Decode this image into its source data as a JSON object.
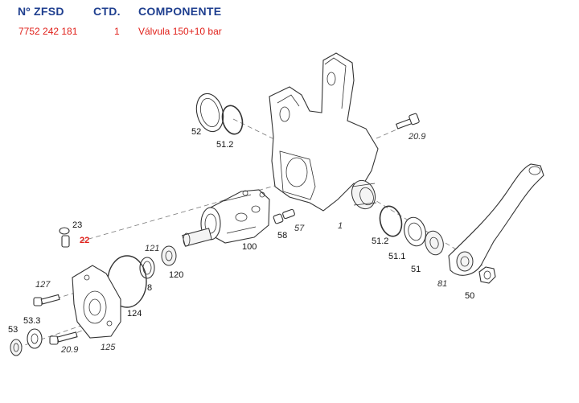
{
  "header": {
    "col_part_number": "Nº ZFSD",
    "col_qty": "CTD.",
    "col_component": "COMPONENTE"
  },
  "row": {
    "part_number": "7752 242 181",
    "qty": "1",
    "component": "Válvula 150+10 bar"
  },
  "callouts": {
    "c52": "52",
    "c51_2_top": "51.2",
    "c20_9_top": "20.9",
    "c23": "23",
    "c22": "22",
    "c121": "121",
    "c100": "100",
    "c58": "58",
    "c57": "57",
    "c1": "1",
    "c51_2_bottom": "51.2",
    "c51_1": "51.1",
    "c51": "51",
    "c81": "81",
    "c50": "50",
    "c127": "127",
    "c8": "8",
    "c120": "120",
    "c124": "124",
    "c53": "53",
    "c53_3": "53.3",
    "c20_9_bottom": "20.9",
    "c125": "125"
  },
  "colors": {
    "header_blue": "#1f3f8f",
    "row_red": "#e0201a"
  }
}
